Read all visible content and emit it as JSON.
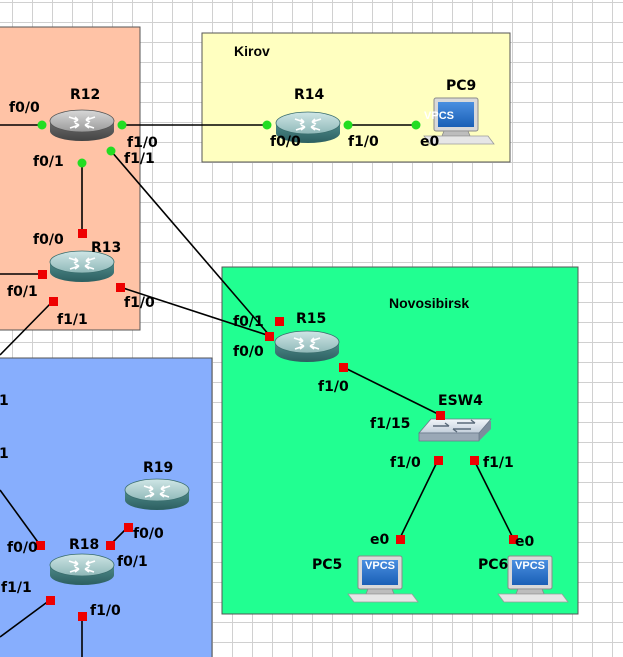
{
  "areas": {
    "kirov": {
      "title": "Kirov",
      "color": "#ffffc0"
    },
    "novosibirsk": {
      "title": "Novosibirsk",
      "color": "#21ff91"
    },
    "left_top": {
      "color": "#ffc3a6"
    },
    "left_bottom": {
      "color": "#87aefd"
    }
  },
  "nodes": {
    "r12": {
      "name": "R12",
      "type": "router"
    },
    "r13": {
      "name": "R13",
      "type": "router"
    },
    "r14": {
      "name": "R14",
      "type": "router"
    },
    "r15": {
      "name": "R15",
      "type": "router"
    },
    "r18": {
      "name": "R18",
      "type": "router"
    },
    "r19": {
      "name": "R19",
      "type": "router"
    },
    "esw4": {
      "name": "ESW4",
      "type": "switch"
    },
    "pc9": {
      "name": "PC9",
      "type": "vpcs",
      "screen_text": "VPCS"
    },
    "pc5": {
      "name": "PC5",
      "type": "vpcs",
      "screen_text": "VPCS"
    },
    "pc6": {
      "name": "PC6",
      "type": "vpcs",
      "screen_text": "VPCS"
    }
  },
  "interfaces": {
    "r12_f00": "f0/0",
    "r12_f10": "f1/0",
    "r12_f11": "f1/1",
    "r12_f01": "f0/1",
    "r14_f00": "f0/0",
    "r14_f10": "f1/0",
    "pc9_e0": "e0",
    "r13_f00": "f0/0",
    "r13_f01": "f0/1",
    "r13_f11": "f1/1",
    "r13_f10": "f1/0",
    "r15_f01": "f0/1",
    "r15_f00": "f0/0",
    "r15_f10": "f1/0",
    "esw4_f115": "f1/15",
    "esw4_f10": "f1/0",
    "esw4_f11": "f1/1",
    "pc5_e0": "e0",
    "pc6_e0": "e0",
    "r19_f00": "f0/0",
    "r18_f00": "f0/0",
    "r18_f01": "f0/1",
    "r18_f11": "f1/1",
    "r18_f10": "f1/0",
    "edge_1": "1",
    "edge_2": "1"
  },
  "link_status_colors": {
    "up": "#22dd22",
    "down": "#ee0000"
  }
}
